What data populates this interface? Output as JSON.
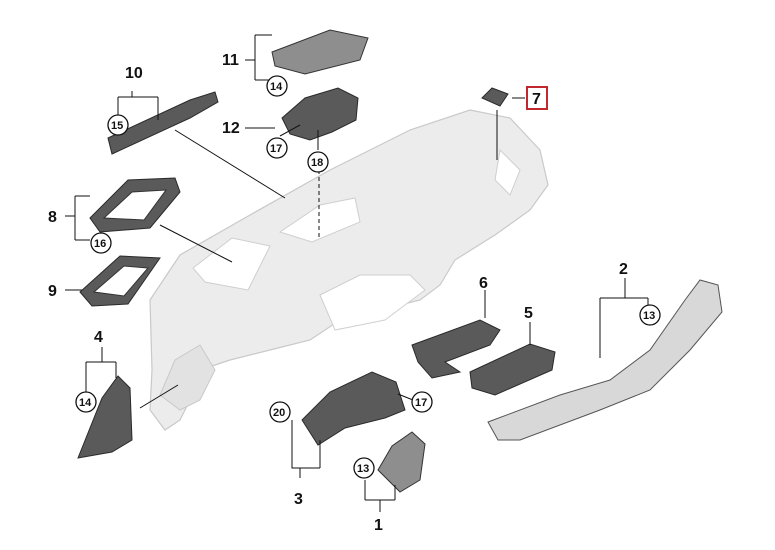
{
  "callouts": {
    "c1": "1",
    "c2": "2",
    "c3": "3",
    "c4": "4",
    "c5": "5",
    "c6": "6",
    "c7": "7",
    "c8": "8",
    "c9": "9",
    "c10": "10",
    "c11": "11",
    "c12": "12"
  },
  "refs": {
    "r13a": "13",
    "r13b": "13",
    "r14a": "14",
    "r14b": "14",
    "r15": "15",
    "r16": "16",
    "r17a": "17",
    "r17b": "17",
    "r18": "18",
    "r20": "20"
  },
  "colors": {
    "highlight_border": "#c0282d",
    "part_dark": "#5a5a5a",
    "dashboard": "#ececec"
  }
}
